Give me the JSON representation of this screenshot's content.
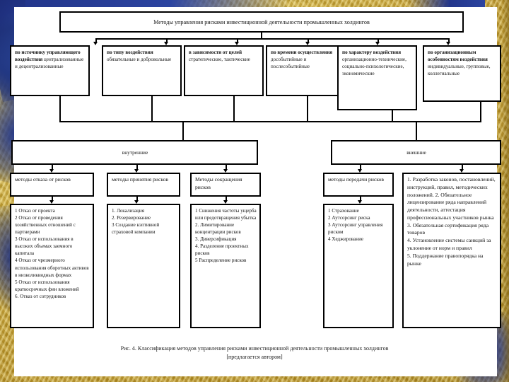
{
  "diagram": {
    "title": "Методы управления рисками инвестиционной деятельности промышленных холдингов",
    "criteria": [
      {
        "head": "по источнику управляющего воздействия",
        "sub": "централизованные и децентрализованные"
      },
      {
        "head": "по типу воздействия",
        "sub": "обязательные и добровольные"
      },
      {
        "head": "в зависимости от целей",
        "sub": "стратегические, тактические"
      },
      {
        "head": "по времени осуществления",
        "sub": "дособытийные и послесобытийные"
      },
      {
        "head": "по характеру воздействия",
        "sub": "организационно-технические, социально-психологические, экономические"
      },
      {
        "head": "по организационным особенностям воздействия",
        "sub": "индивидуальные, групповые, коллегиальные"
      }
    ],
    "groups": [
      {
        "label": "внутренние"
      },
      {
        "label": "внешние"
      }
    ],
    "branches": [
      {
        "header": "методы отказа от рисков",
        "items": "1 Отказ от проекта\n2 Отказ от проведения хозяйственных отношений с партнерами\n3 Отказ от использования в высоких объемах заемного капитала\n4 Отказ от чрезмерного использования оборотных активов в низколиквидных формах\n5 Отказ от использования краткосрочных фин вложений\n6. Отказ от сотрудников"
      },
      {
        "header": "методы принятия рисков",
        "items": "1. Локализация\n2. Резервирование\n3 Создание кэптивной страховой компании"
      },
      {
        "header": "Методы сокращения рисков",
        "items": "1 Снижения частоты ущерба или предотвращения убытка\n2. Лимитирование концентрации рисков\n3. Диверсификация\n4. Разделение проектных рисков\n5 Распределение рисков"
      },
      {
        "header": "методы передачи рисков",
        "items": "1 Страхование\n2 Аутсорсинг риска\n3 Аутсорсинг управления риском\n4 Хеджирование"
      },
      {
        "header": "1. Разработка законов, постановлений, инструкций, правил, методических положений.",
        "items": "2. Обязательное лицензирование ряда направлений деятельности, аттестация профессиональных участников рынка\n3. Обязательная сертификация ряда товаров\n4. Установление системы санкций за уклонение от норм и правил\n5. Поддержание правопорядка на рынке"
      }
    ],
    "caption_line1": "Рис. 4. Классификация методов управления рисками инвестиционной деятельности промышленных холдингов",
    "caption_line2": "[предлагается автором]"
  }
}
